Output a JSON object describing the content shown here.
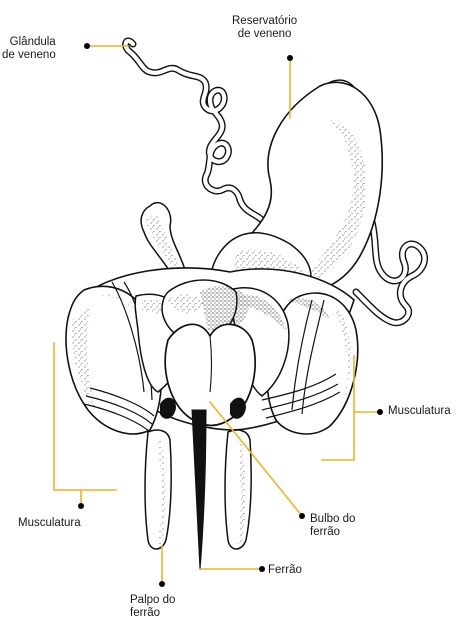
{
  "colors": {
    "leader": "#f0b323",
    "dot": "#000000",
    "outline": "#111111",
    "text": "#1a1a1a"
  },
  "labels": {
    "venom_gland": [
      "Glândula",
      "de veneno"
    ],
    "venom_reservoir": [
      "Reservatório",
      "de veneno"
    ],
    "musculature_right": "Musculatura",
    "musculature_left": "Musculatura",
    "stinger_bulb": [
      "Bulbo do",
      "ferrão"
    ],
    "stinger": "Ferrão",
    "stinger_palp": [
      "Palpo do",
      "ferrão"
    ]
  }
}
